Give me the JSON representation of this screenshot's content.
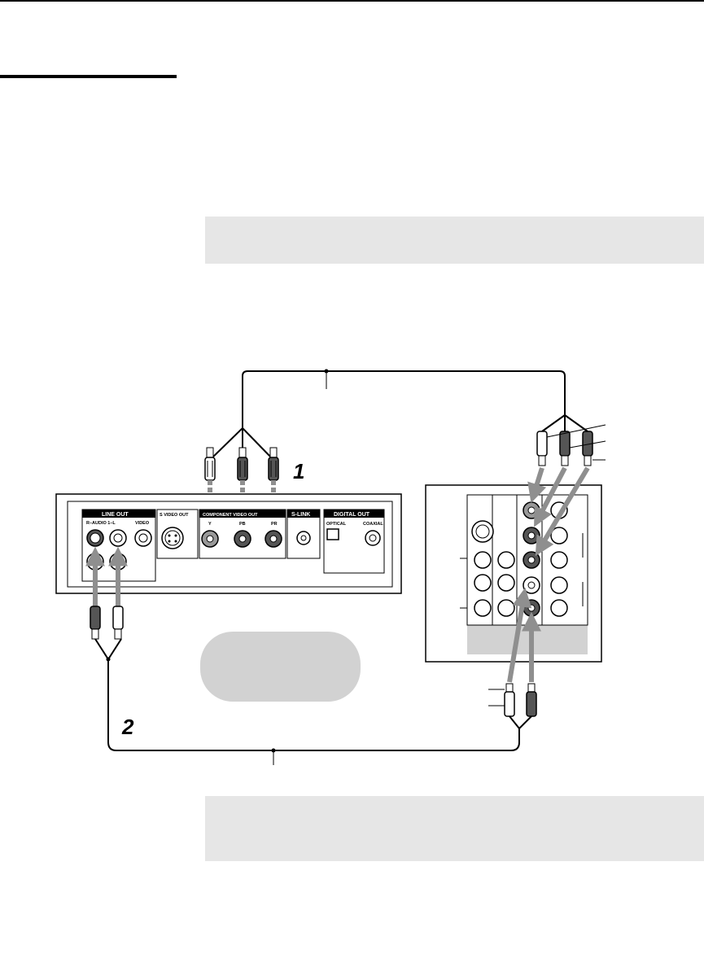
{
  "player_panel": {
    "line_out": "LINE OUT",
    "r_audio_l": "R–AUDIO 1–L",
    "video": "VIDEO",
    "s_video_out": "S VIDEO OUT",
    "component_video_out": "COMPONENT VIDEO OUT",
    "y": "Y",
    "pb": "PB",
    "pr": "PR",
    "s_link": "S-LINK",
    "digital_out": "DIGITAL OUT",
    "optical": "OPTICAL",
    "coaxial": "COAXIAL"
  },
  "steps": {
    "step1": "1",
    "step2": "2"
  },
  "colors": {
    "arrow": "#8f8f8f",
    "shade": "#d2d2d2",
    "note_box": "#e6e6e6"
  }
}
